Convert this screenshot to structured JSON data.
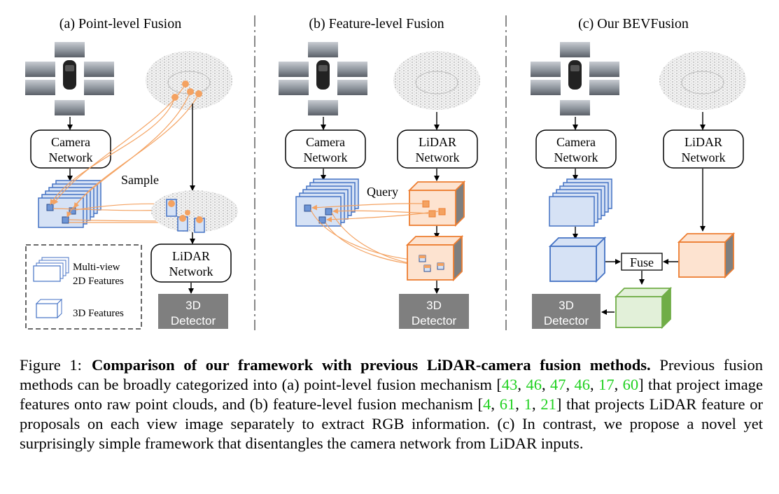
{
  "panels": [
    {
      "title": "(a) Point-level Fusion"
    },
    {
      "title": "(b) Feature-level Fusion"
    },
    {
      "title": "(c) Our BEVFusion"
    }
  ],
  "labels": {
    "camera_line1": "Camera",
    "network": "Network",
    "lidar_line1": "LiDAR",
    "detector_line1": "3D",
    "detector_line2": "Detector",
    "sample": "Sample",
    "query": "Query",
    "fuse": "Fuse"
  },
  "legend": {
    "multiview_line1": "Multi-view",
    "multiview_line2": "2D Features",
    "features3d": "3D Features"
  },
  "caption": {
    "label": "Figure 1:",
    "bold": "Comparison of our framework with previous LiDAR-camera fusion methods.",
    "t1": " Previous fusion methods can be broadly categorized into (a) point-level fusion mechanism [",
    "c1": "43",
    "s1": ", ",
    "c2": "46",
    "s2": ", ",
    "c3": "47",
    "s3": ", ",
    "c4": "46",
    "s4": ", ",
    "c5": "17",
    "s5": ", ",
    "c6": "60",
    "t2": "] that project image features onto raw point clouds, and (b) feature-level fusion mechanism [",
    "d1": "4",
    "u1": ", ",
    "d2": "61",
    "u2": ", ",
    "d3": "1",
    "u3": ", ",
    "d4": "21",
    "t3": "] that projects LiDAR feature or proposals on each view image separately to extract RGB information. (c) In contrast, we propose a novel yet surprisingly simple framework that disentangles the camera network from LiDAR inputs."
  },
  "colors": {
    "blue_fill": "#d6e2f5",
    "blue_stroke": "#4472c4",
    "orange_fill": "#fde3d0",
    "orange_stroke": "#ed7d31",
    "orange_point": "#f4a261",
    "green_fill": "#e2f0d9",
    "green_stroke": "#70ad47",
    "detector_fill": "#7f7f7f",
    "divider": "#888888"
  },
  "icons": {
    "camera_images": "car-with-surround-camera-images",
    "point_cloud": "lidar-point-cloud"
  }
}
